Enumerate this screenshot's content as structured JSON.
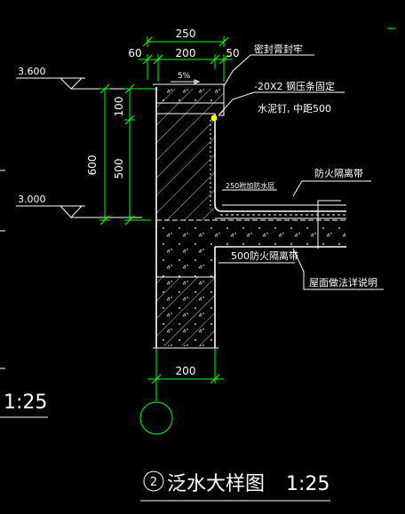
{
  "dimensions": {
    "top_total": "250",
    "top_left": "60",
    "top_mid": "200",
    "top_right": "50",
    "slope": "5%",
    "v_100": "100",
    "v_600": "600",
    "v_500": "500",
    "bottom": "200"
  },
  "elevations": {
    "upper": "3.600",
    "lower": "3.000"
  },
  "annotations": {
    "sealant": "密封膏封牢",
    "steel_strip": "-20X2  钢压条固定",
    "nail": "水泥钉, 中距500",
    "fire_belt_right": "防火隔离带",
    "waterproof_250": "250附加防水层",
    "fire_belt_500": "500防火隔离带",
    "roof_ref": "屋面做法详说明"
  },
  "scale_left": "1:25",
  "title": {
    "number": "2",
    "text": "泛水大样图",
    "scale": "1:25"
  }
}
